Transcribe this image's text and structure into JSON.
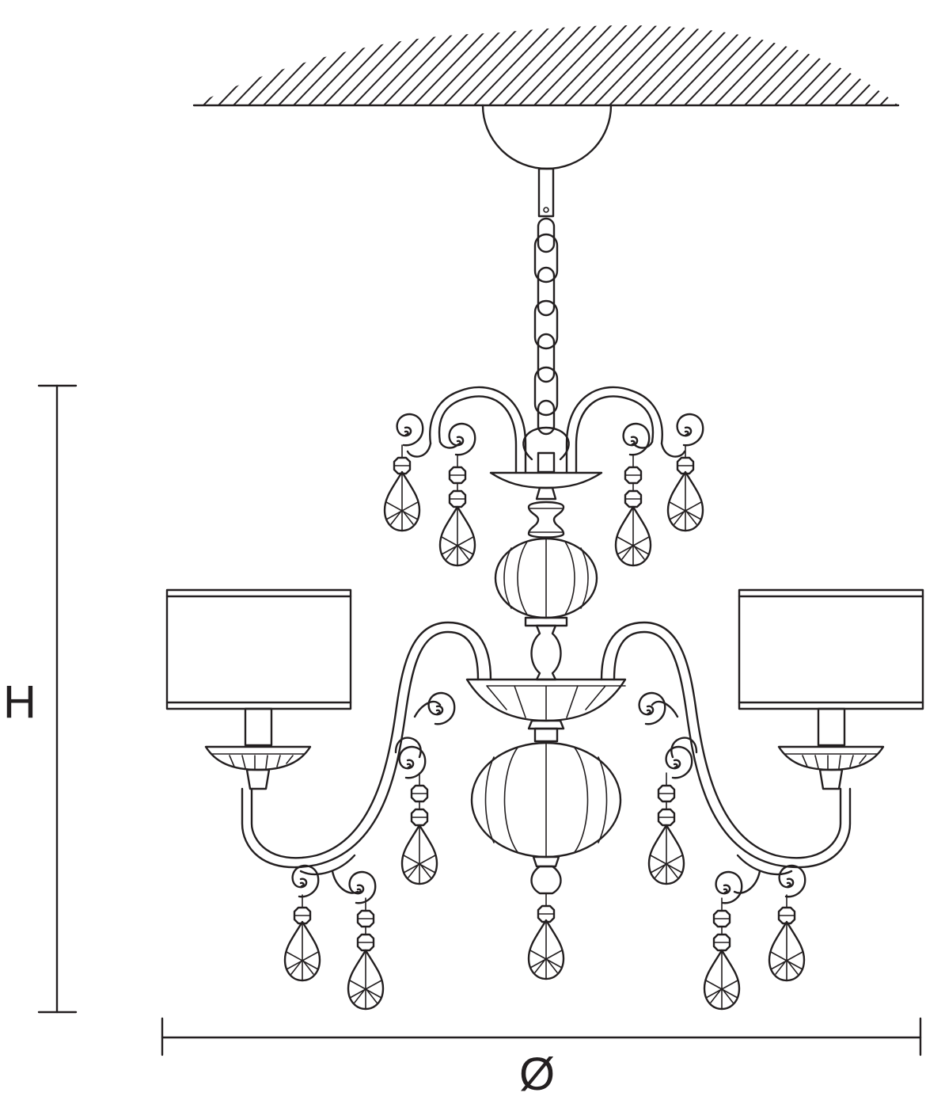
{
  "dimensions": {
    "height_label": "H",
    "diameter_label": "Ø"
  },
  "drawing": {
    "icon": "chandelier-line-drawing",
    "parts": [
      "ceiling-hatch",
      "ceiling-canopy",
      "chain",
      "upper-tier",
      "lower-tier",
      "lamp-shades",
      "crystal-pendants"
    ],
    "stroke_color": "#231f20",
    "background_color": "#ffffff"
  }
}
